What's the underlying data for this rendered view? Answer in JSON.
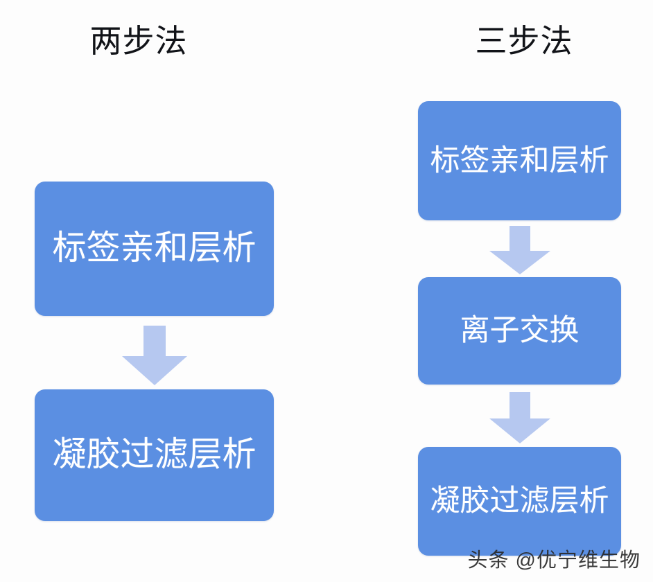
{
  "figure": {
    "background_color": "#fdfdfd",
    "box_color": "#5B8FE2",
    "arrow_color": "#B6C8F0",
    "text_color": "#ffffff",
    "title_color": "#111318"
  },
  "columns": [
    {
      "id": "two-step",
      "title": "两步法",
      "steps": [
        {
          "label": "标签亲和层析"
        },
        {
          "label": "凝胶过滤层析"
        }
      ]
    },
    {
      "id": "three-step",
      "title": "三步法",
      "steps": [
        {
          "label": "标签亲和层析"
        },
        {
          "label": "离子交换"
        },
        {
          "label": "凝胶过滤层析"
        }
      ]
    }
  ],
  "arrows": {
    "direction": "down",
    "count_left": 1,
    "count_right": 2
  },
  "watermark": {
    "text": "头条 @优宁维生物"
  }
}
